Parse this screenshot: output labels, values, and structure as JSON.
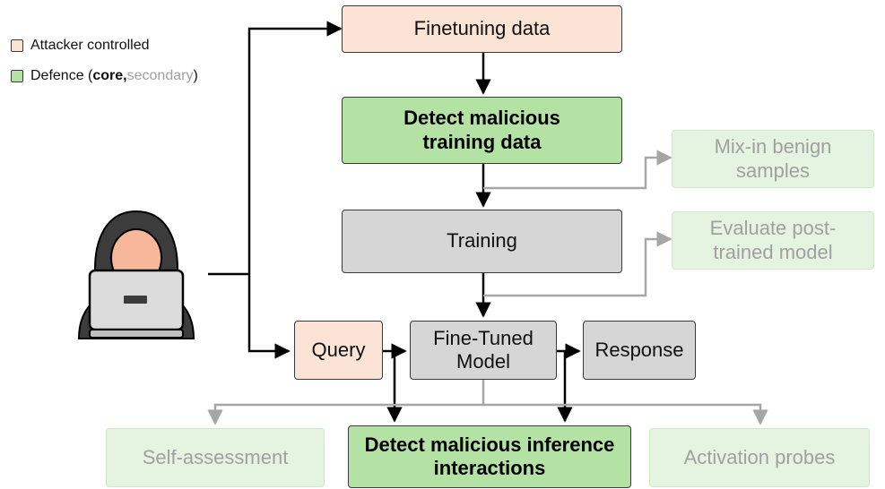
{
  "legend": {
    "attacker_label": "Attacker controlled",
    "defence_prefix": "Defence (",
    "defence_core": "core,",
    "defence_secondary": " secondary",
    "defence_suffix": ")",
    "attacker_color": "#fbe3d6",
    "defence_color": "#b4e1a4"
  },
  "nodes": {
    "finetuning_data": "Finetuning data",
    "detect_training": "Detect malicious training data",
    "mixin": "Mix-in benign samples",
    "training": "Training",
    "evaluate": "Evaluate post-trained model",
    "query": "Query",
    "fine_tuned": "Fine-Tuned Model",
    "response": "Response",
    "self_assessment": "Self-assessment",
    "detect_inference": "Detect malicious inference interactions",
    "activation_probes": "Activation probes"
  },
  "icons": {
    "attacker": "hacker-icon"
  }
}
